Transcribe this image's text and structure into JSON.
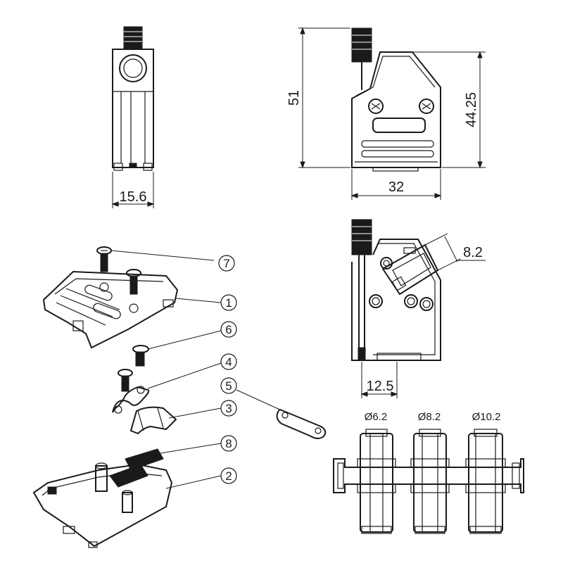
{
  "dimensions": {
    "side_width": "15.6",
    "front_height": "51",
    "front_body_height": "44.25",
    "front_width": "32",
    "clamp_size": "8.2",
    "inner_offset": "12.5"
  },
  "diameters": [
    "Ø6.2",
    "Ø8.2",
    "Ø10.2"
  ],
  "callouts": [
    "1",
    "2",
    "3",
    "4",
    "5",
    "6",
    "7",
    "8"
  ]
}
